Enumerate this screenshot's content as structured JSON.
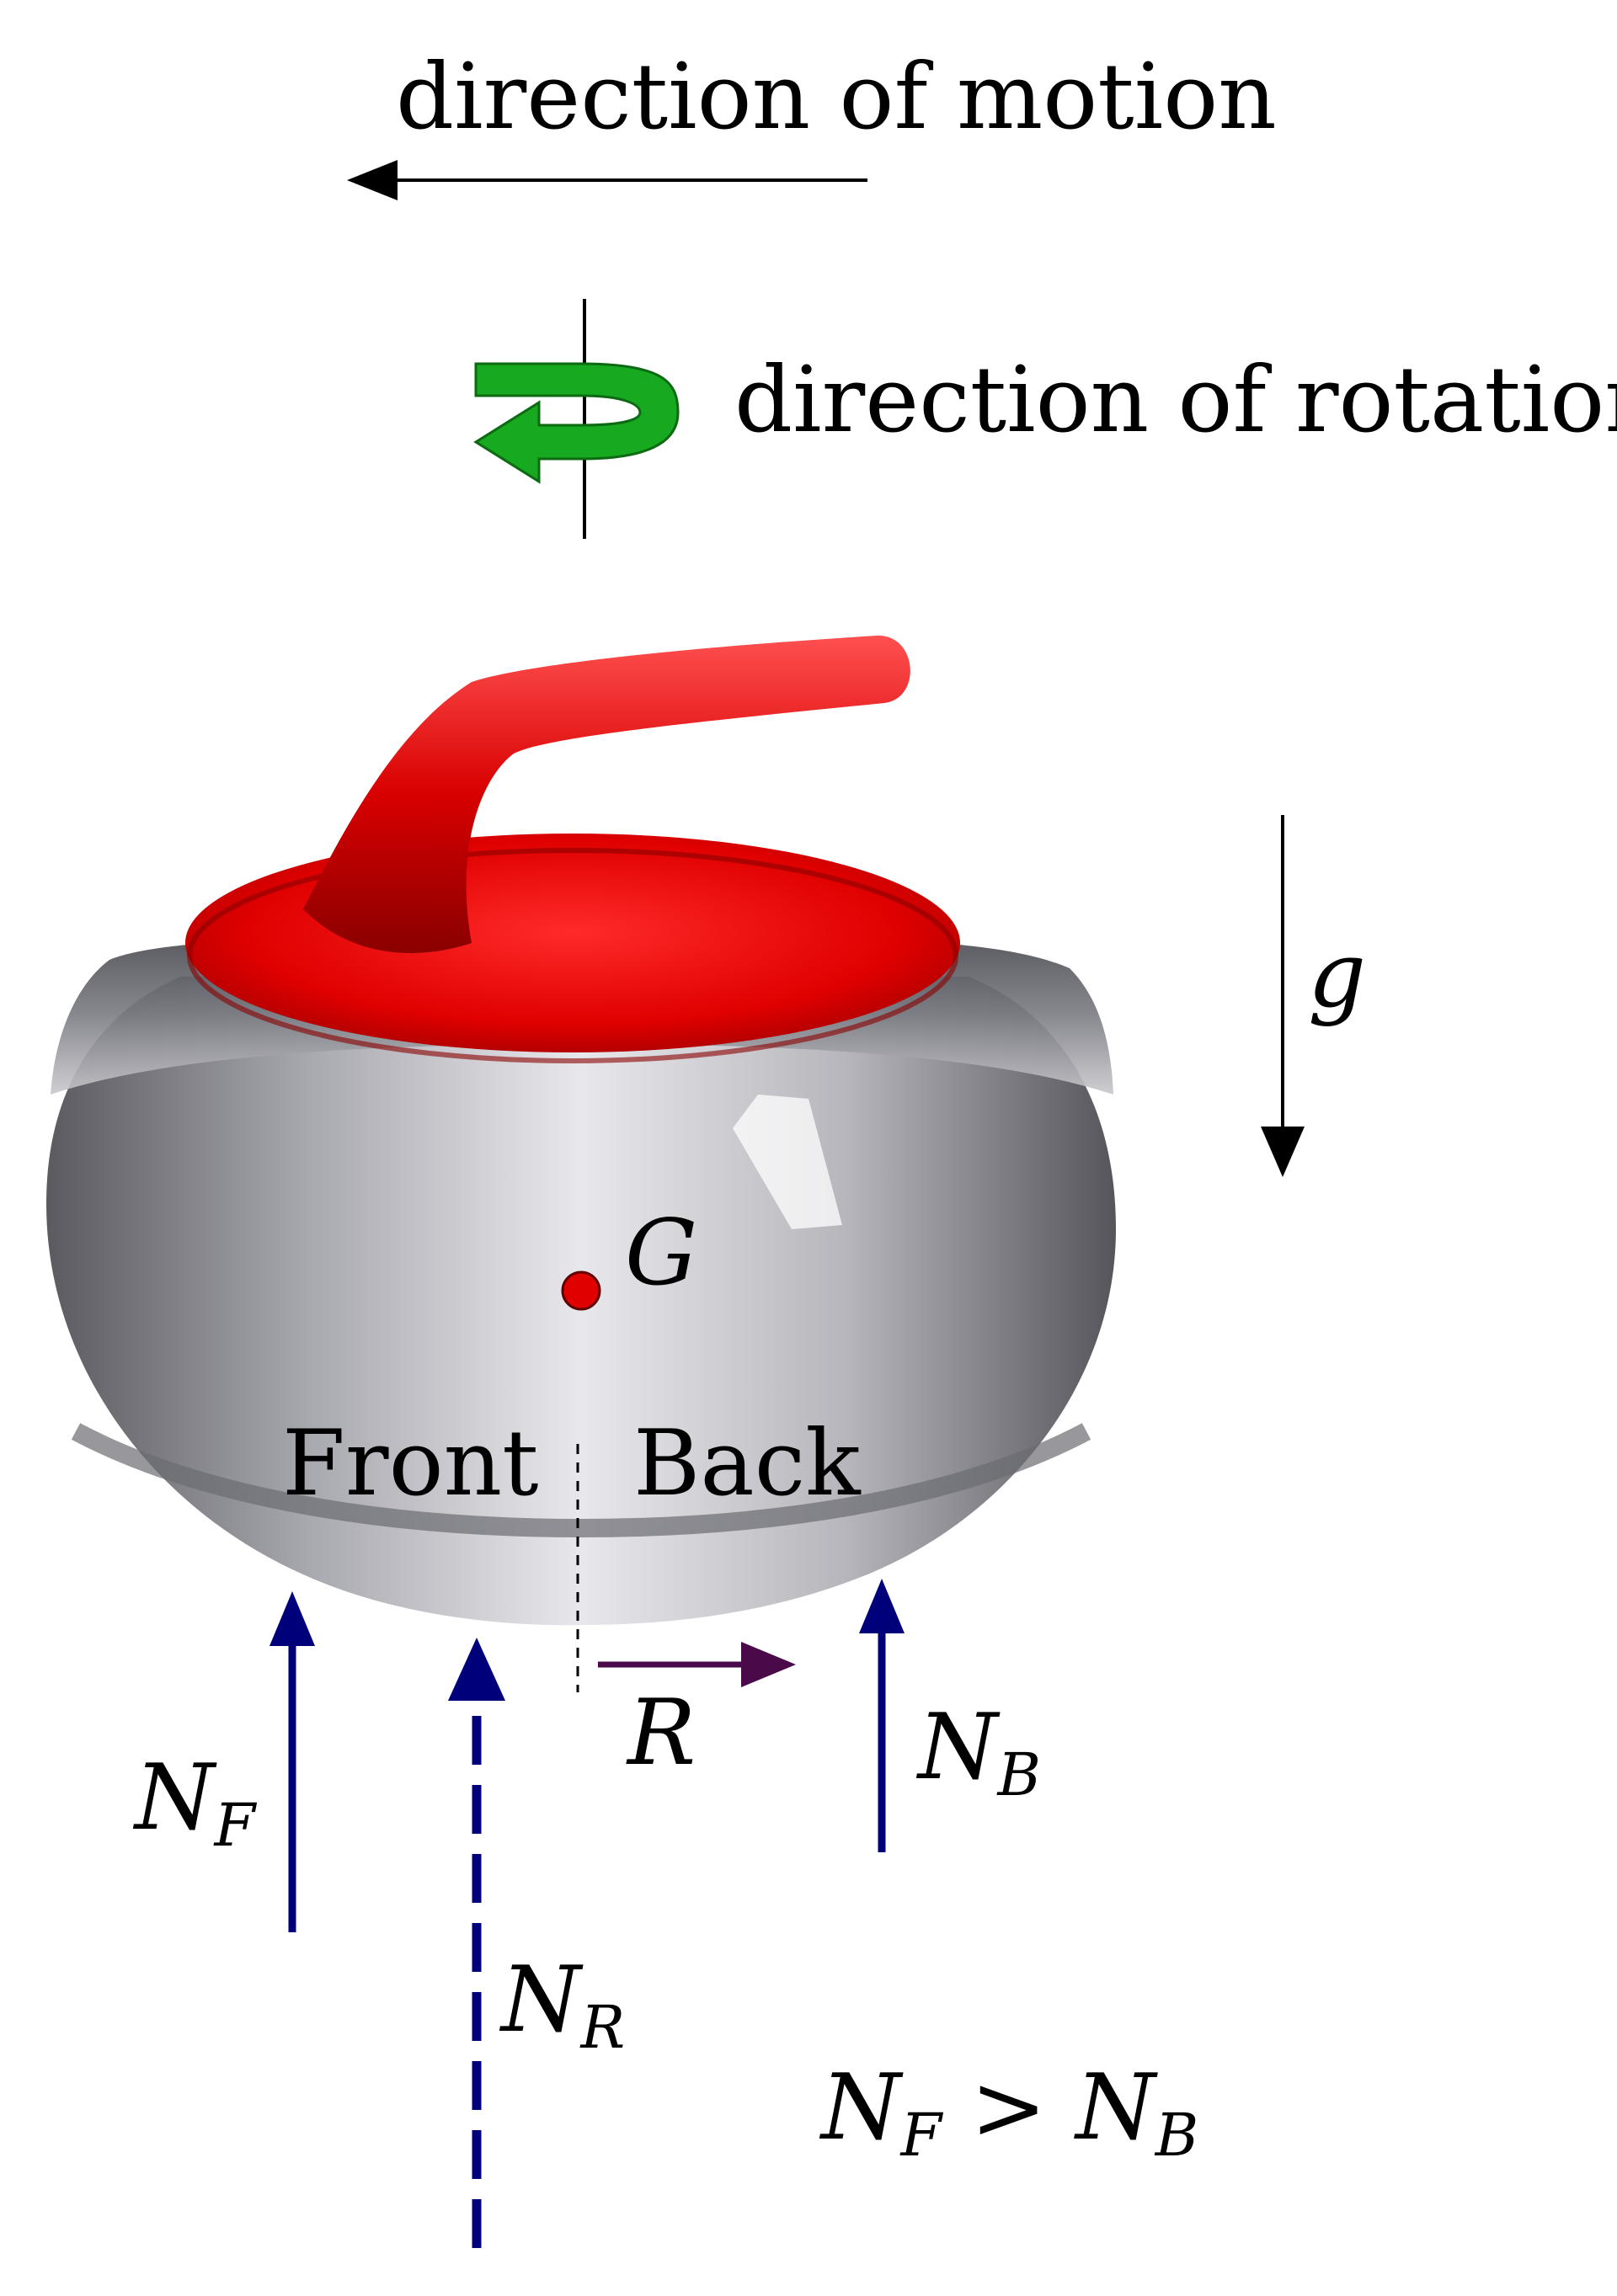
{
  "labels": {
    "motion": "direction of motion",
    "rotation": "direction of rotation",
    "gravity": "g",
    "centre": "G",
    "front": "Front",
    "back": "Back",
    "resultant": "R",
    "nf_base": "N",
    "nf_sub": "F",
    "nb_base": "N",
    "nb_sub": "B",
    "nr_base": "N",
    "nr_sub": "R",
    "ineq_n1": "N",
    "ineq_s1": "F",
    "ineq_op": " > ",
    "ineq_n2": "N",
    "ineq_s2": "B"
  },
  "colors": {
    "handle_red": "#e00000",
    "stone_gray": "#8a8a90",
    "force_blue": "#00007a",
    "resultant_purple": "#4a0a4a",
    "rotation_green": "#17a91f",
    "centre_dot": "#e00000"
  },
  "icons": {
    "rotation": "curved-rotation-arrow-icon",
    "stone": "curling-stone-icon"
  }
}
